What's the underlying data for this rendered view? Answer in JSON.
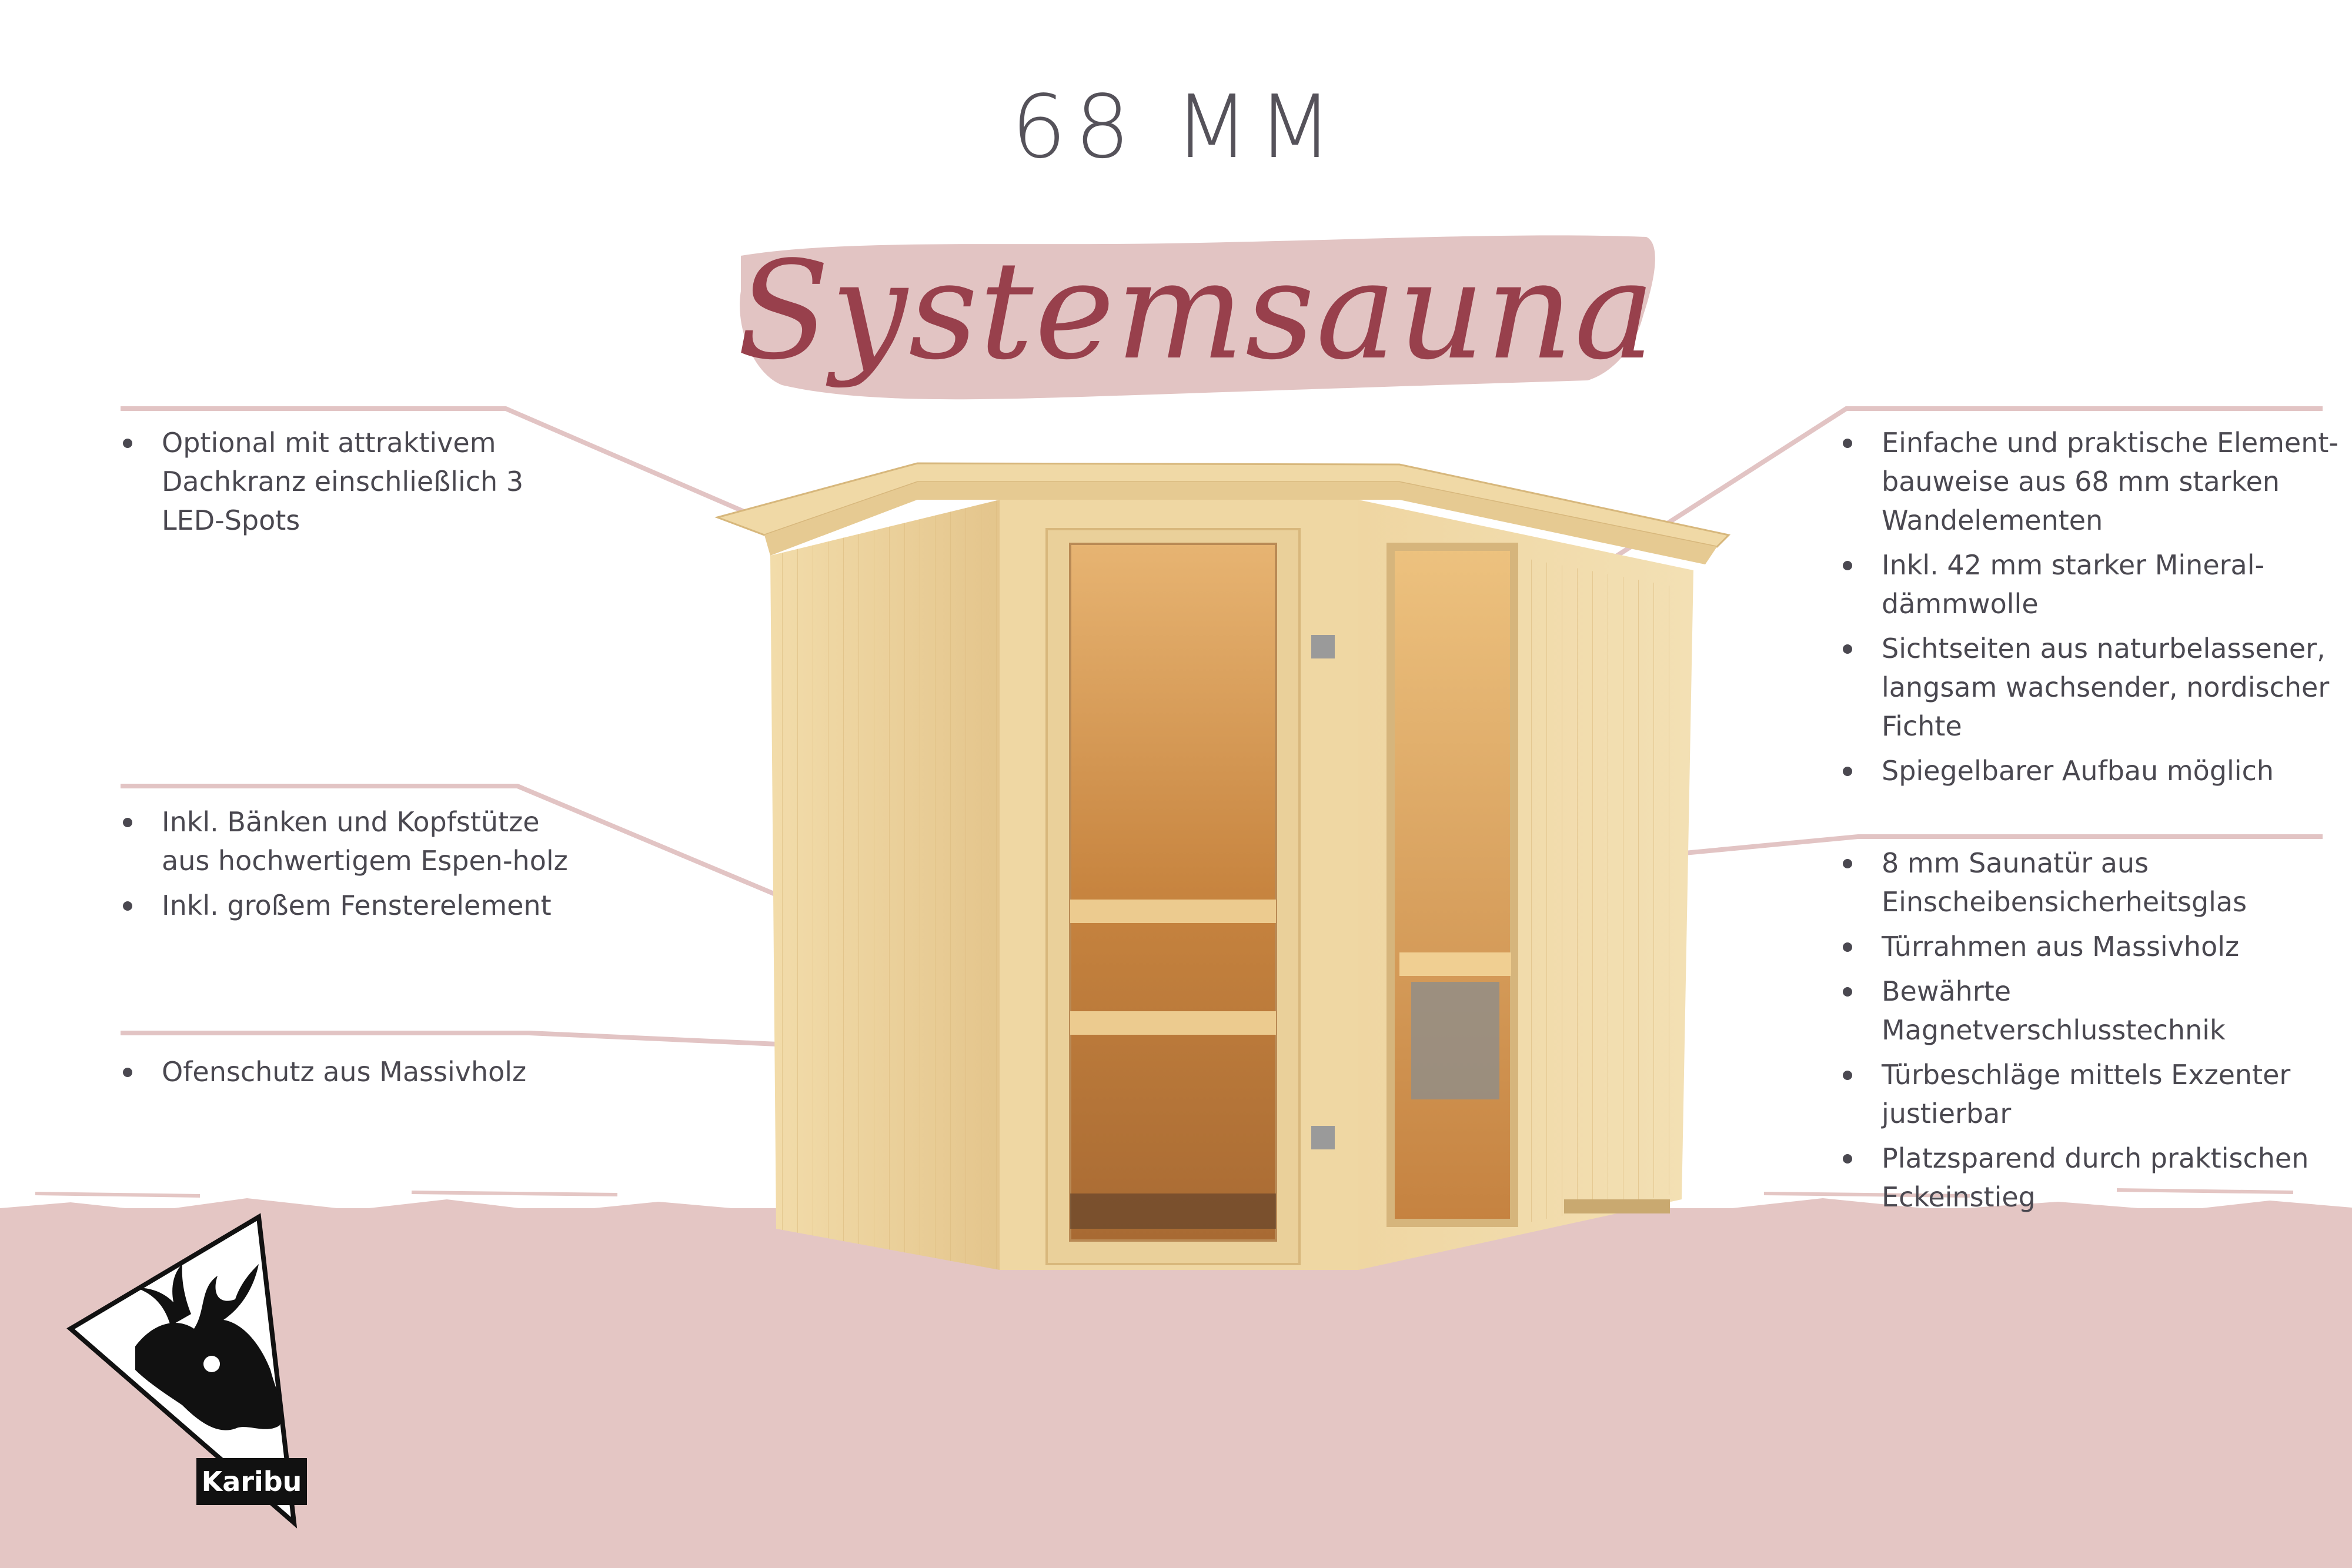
{
  "heading": "68 MM",
  "title": "Systemsauna",
  "features_left_top": [
    "Optional mit attraktivem Dachkranz einschließlich 3 LED-Spots"
  ],
  "features_left_middle": [
    "Inkl. Bänken und Kopfstütze aus hochwertigem Espen-holz",
    "Inkl. großem Fensterelement"
  ],
  "features_left_bottom": [
    "Ofenschutz aus Massivholz"
  ],
  "features_right_top": [
    "Einfache und praktische Element-bauweise aus 68 mm starken Wandelementen",
    "Inkl. 42 mm starker Mineral-dämmwolle",
    "Sichtseiten aus naturbelassener, langsam wachsender, nordischer Fichte",
    "Spiegelbarer Aufbau möglich"
  ],
  "features_right_bottom": [
    "8 mm Saunatür aus Einscheibensicherheitsglas",
    "Türrahmen aus Massivholz",
    "Bewährte Magnetverschlusstechnik",
    "Türbeschläge mittels Exzenter justierbar",
    "Platzsparend durch praktischen Eckeinstieg"
  ],
  "brand": "Karibu",
  "colors": {
    "floor": "#e4c6c4",
    "title_text": "#98404c",
    "brush": "#e2c4c3",
    "body_text": "#4a4850",
    "callout_line": "#e2c4c4",
    "wood": "#ecd29d",
    "glass": "#c98a47"
  }
}
